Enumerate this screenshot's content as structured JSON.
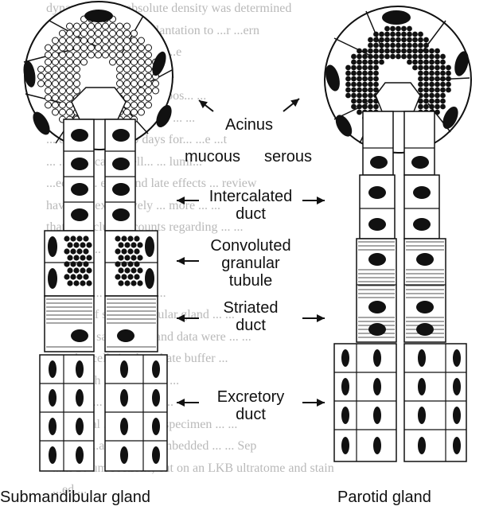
{
  "figure": {
    "labels": {
      "acinus": "Acinus",
      "mucous": "mucous",
      "serous": "serous",
      "intercalated_duct": [
        "Intercalated",
        "duct"
      ],
      "convoluted_granular_tubule": [
        "Convoluted",
        "granular",
        "tubule"
      ],
      "striated_duct": [
        "Striated",
        "duct"
      ],
      "excretory_duct": [
        "Excretory",
        "duct"
      ]
    },
    "captions": {
      "left": "Submandibular gland",
      "right": "Parotid gland"
    }
  },
  "background_text": {
    "lines": [
      "dynamic of the absolute density was determined",
      "...ied ...ions at 10 ... plantation to ...r ...ern",
      "...ers were kept cons...t ...e",
      "...onday to Friday with ...",
      "...ates at 20:45 ...e ... expos... ...",
      "...re ...0:45 ...nce ...mple ... ...",
      "... days ... and 180 days for... ...e ...t",
      "... ...ological ... cell... ... lumi...",
      "...ecage ... early and late effects ... review",
      "have a ... exclusively ... more ... ...",
      "that ... exclusive counts regarding ... ...",
      "...oint ... ...",
      "",
      "...focus ... ...mapper ...",
      "The ... of submandibular gland ... ...",
      "... at the same point and data were ... ...",
      "... ...lar cells is phosphate buffer ...",
      "... ... with ... gland and ...",
      "...erous ... ...y ... or ... ...",
      "...lational ... time, the specimen ... ...",
      "...aded ...a...ons and embedded ... ... Sep",
      "...in 10 um sections, cut on an LKB ultratome and stain",
      "...ed ..."
    ]
  }
}
